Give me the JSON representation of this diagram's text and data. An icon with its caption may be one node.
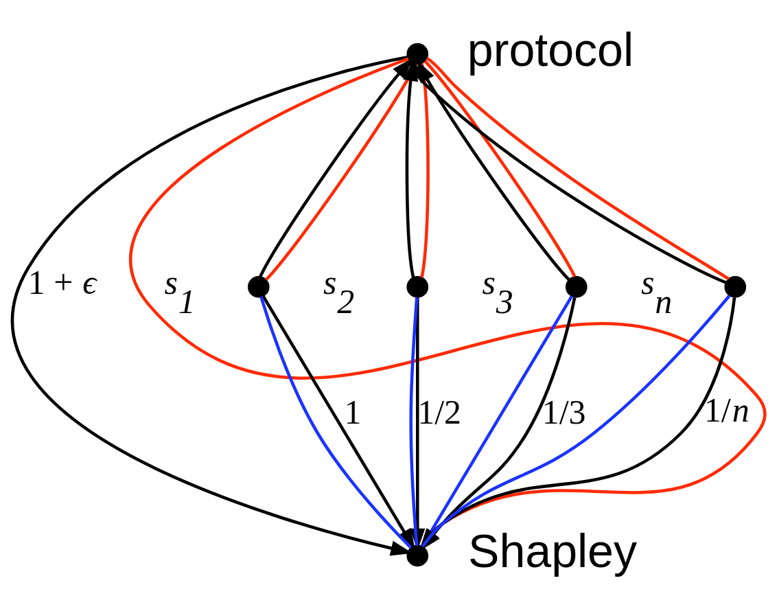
{
  "diagram": {
    "nodes": [
      {
        "text": [],
        "shape": "circle"
      },
      {
        "text": [],
        "shape": "circle",
        "beside": [
          "s$_{1}$"
        ]
      },
      {
        "text": [],
        "shape": "circle",
        "beside": [
          "s$_{2}$"
        ]
      },
      {
        "text": [],
        "shape": "circle",
        "beside": [
          "s$_{3}$"
        ]
      },
      {
        "text": [],
        "shape": "circle",
        "beside": [
          "s$_{n}$"
        ]
      },
      {
        "text": [],
        "shape": "circle"
      }
    ],
    "edges": [
      {
        "from": 1,
        "to": 0,
        "arrow": "to"
      },
      {
        "from": 2,
        "to": 0,
        "arrow": "to"
      },
      {
        "from": 3,
        "to": 0,
        "arrow": "to"
      },
      {
        "from": 4,
        "to": 0,
        "arrow": "to"
      },
      {
        "from": 1,
        "to": 5,
        "arrow": "to",
        "label": "1"
      },
      {
        "from": 2,
        "to": 5,
        "arrow": "to",
        "label": "1/2"
      },
      {
        "from": 3,
        "to": 5,
        "arrow": "to",
        "label": "1/3"
      },
      {
        "from": 4,
        "to": 5,
        "arrow": "to",
        "label": "1/*n*"
      },
      {
        "from": 0,
        "to": 5,
        "arrow": "to",
        "label": "1 + *ϵ*"
      },
      {
        "from": 1,
        "to": 0,
        "arrow": "none",
        "color": "#ff2a00"
      },
      {
        "from": 2,
        "to": 0,
        "arrow": "none",
        "color": "#ff2a00"
      },
      {
        "from": 3,
        "to": 0,
        "arrow": "none",
        "color": "#ff2a00"
      },
      {
        "from": 4,
        "to": 0,
        "arrow": "none",
        "color": "#ff2a00"
      },
      {
        "from": 0,
        "to": 5,
        "arrow": "none",
        "color": "#ff2a00"
      },
      {
        "from": 1,
        "to": 5,
        "arrow": "none",
        "color": "#1a33ff"
      },
      {
        "from": 2,
        "to": 5,
        "arrow": "none",
        "color": "#1a33ff"
      },
      {
        "from": 3,
        "to": 5,
        "arrow": "none",
        "color": "#1a33ff"
      },
      {
        "from": 4,
        "to": 5,
        "arrow": "none",
        "color": "#1a33ff"
      }
    ],
    "labels": [
      "protocol",
      "Shapley"
    ]
  }
}
